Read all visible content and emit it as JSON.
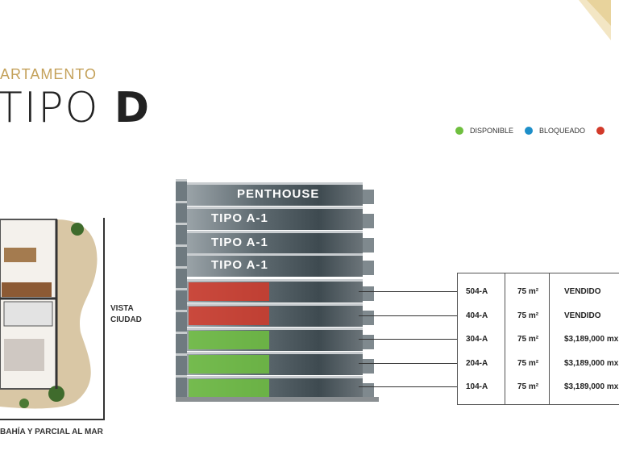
{
  "header": {
    "subtitle": "ARTAMENTO",
    "title_light": "TIPO ",
    "title_strong": "D"
  },
  "legend": [
    {
      "label": "DISPONIBLE",
      "color": "#6fbf3f"
    },
    {
      "label": "BLOQUEADO",
      "color": "#1e8fc9"
    },
    {
      "label": "",
      "color": "#d23a2a"
    }
  ],
  "plan": {
    "vista_ciudad_1": "VISTA",
    "vista_ciudad_2": "CIUDAD",
    "vista_mar": "BAHÍA Y PARCIAL AL MAR"
  },
  "building": {
    "floors": [
      {
        "label": "PENTHOUSE",
        "status": "none"
      },
      {
        "label": "TIPO A-1",
        "status": "none"
      },
      {
        "label": "TIPO A-1",
        "status": "none"
      },
      {
        "label": "TIPO A-1",
        "status": "none"
      },
      {
        "label": "",
        "status": "sold"
      },
      {
        "label": "",
        "status": "sold"
      },
      {
        "label": "",
        "status": "available"
      },
      {
        "label": "",
        "status": "available"
      },
      {
        "label": "",
        "status": "available"
      }
    ]
  },
  "colors": {
    "sold": "#d23a2a",
    "available": "#6fbf3f",
    "accent": "#c4a15a"
  },
  "units": [
    {
      "unit": "504-A",
      "area": "75 m²",
      "status": "VENDIDO"
    },
    {
      "unit": "404-A",
      "area": "75 m²",
      "status": "VENDIDO"
    },
    {
      "unit": "304-A",
      "area": "75 m²",
      "status": "$3,189,000 mx"
    },
    {
      "unit": "204-A",
      "area": "75 m²",
      "status": "$3,189,000 mx"
    },
    {
      "unit": "104-A",
      "area": "75 m²",
      "status": "$3,189,000 mx"
    }
  ]
}
